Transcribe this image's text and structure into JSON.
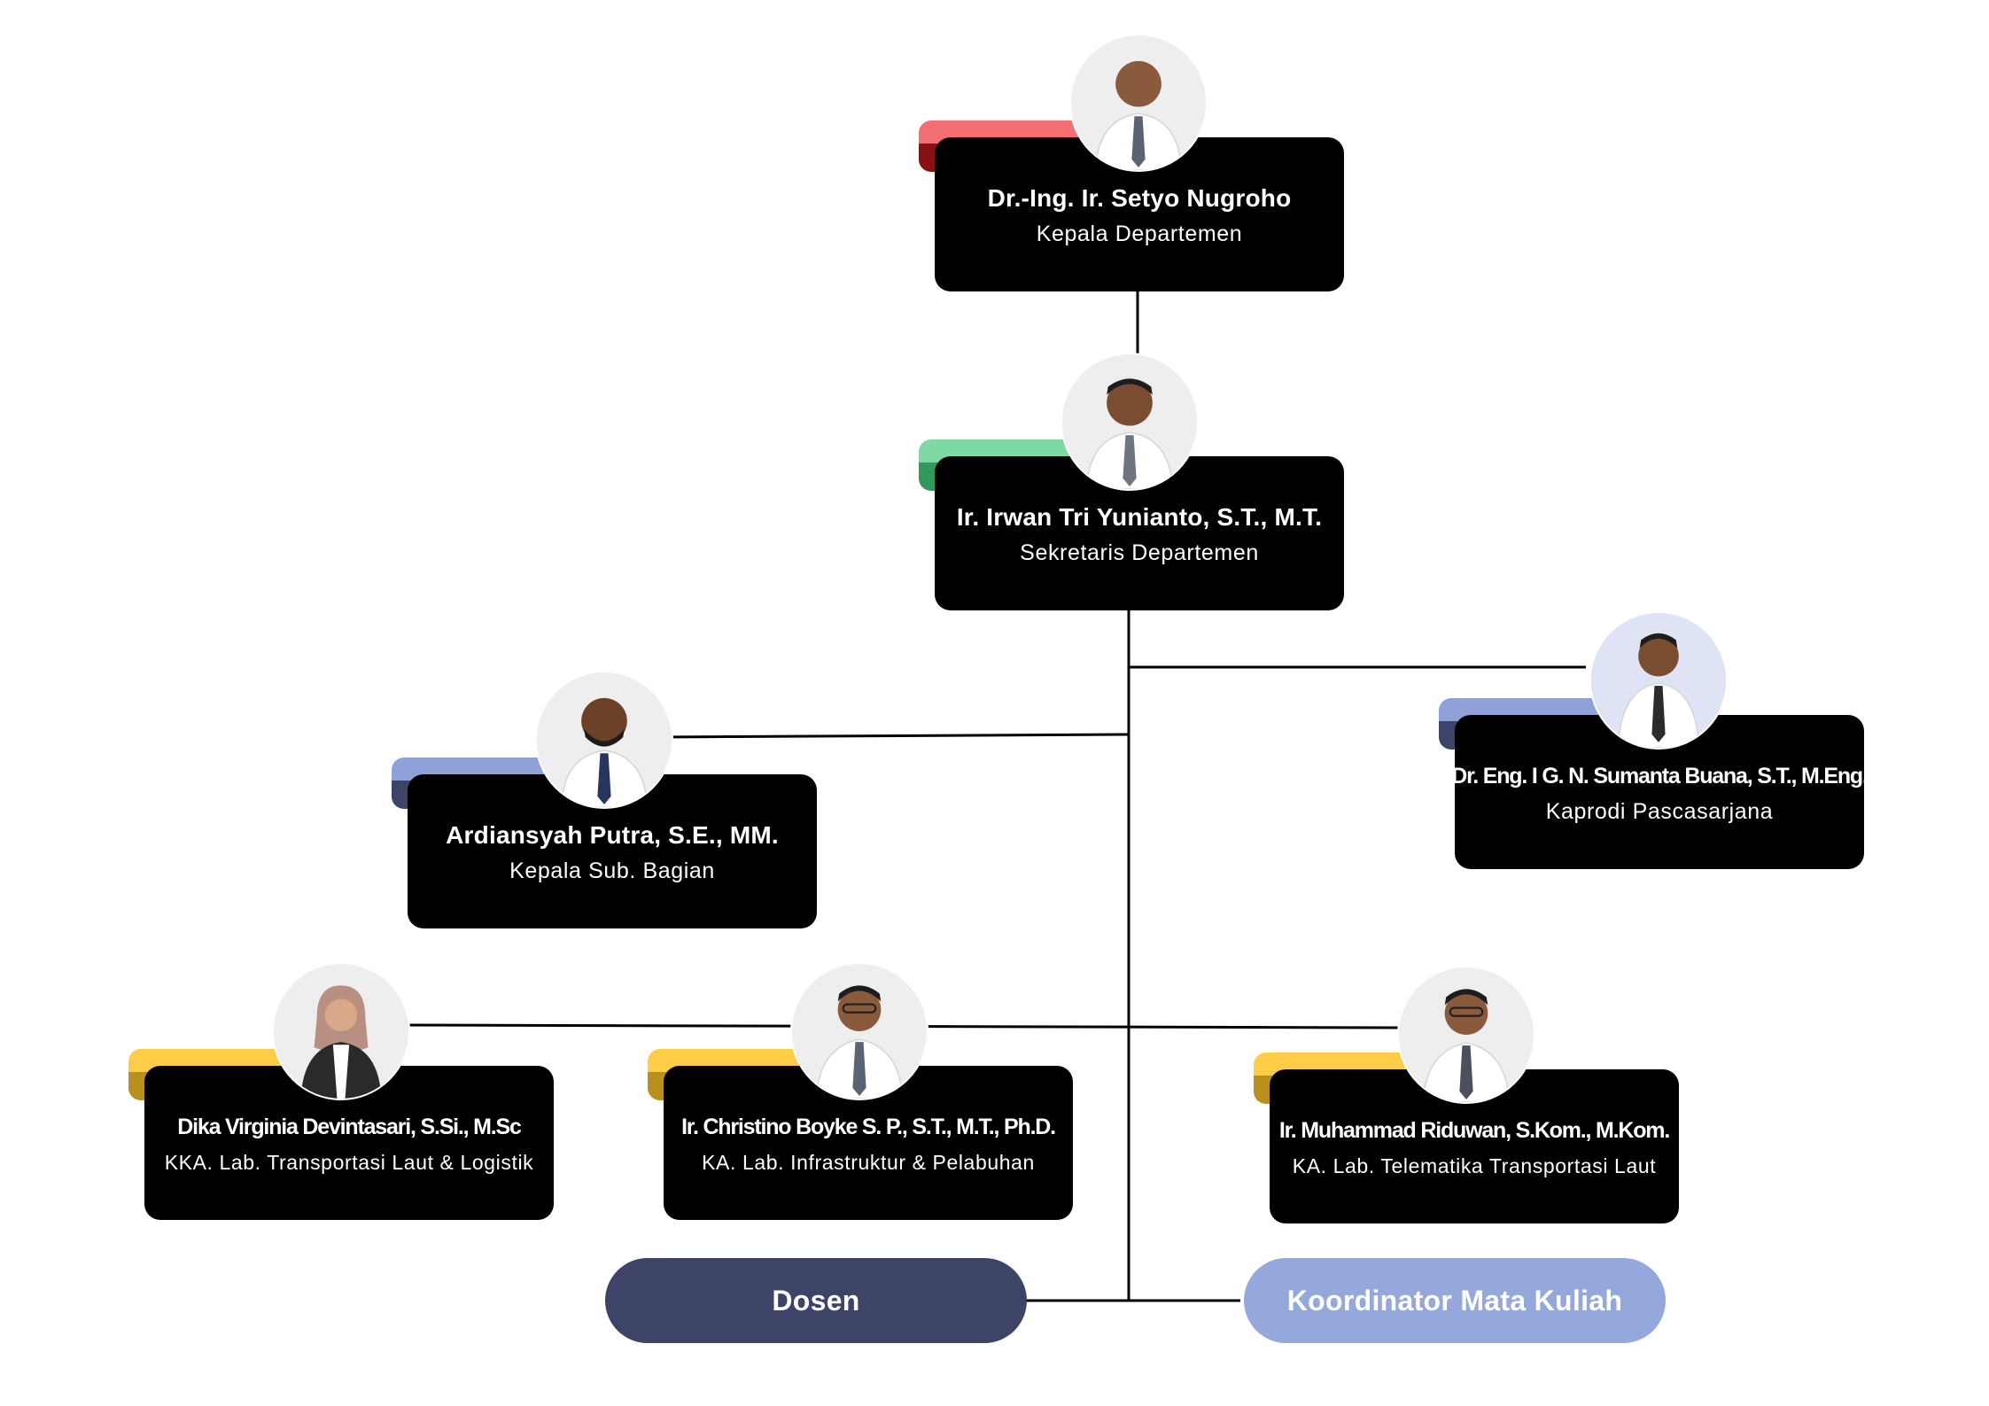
{
  "colors": {
    "card": "#000000",
    "line": "#000000",
    "head_tab": "#f36f72",
    "head_tab_shade": "#8a0f14",
    "secretary_tab": "#7fd9a5",
    "secretary_tab_shade": "#2f9a5c",
    "staff_tab": "#8ea2d9",
    "staff_tab_shade": "#3d4468",
    "lab_tab": "#ffcd45",
    "lab_tab_shade": "#b8901c",
    "dosen_pill": "#3d4468",
    "koordinator_pill": "#95a8dc"
  },
  "nodes": {
    "head": {
      "name": "Dr.-Ing. Ir. Setyo Nugroho",
      "role": "Kepala Departemen",
      "avatar_icon": "person-photo-icon"
    },
    "secretary": {
      "name": "Ir. Irwan Tri Yunianto, S.T., M.T.",
      "role": "Sekretaris Departemen",
      "avatar_icon": "person-photo-icon"
    },
    "subbagian": {
      "name": "Ardiansyah Putra, S.E., MM.",
      "role": "Kepala Sub. Bagian",
      "avatar_icon": "person-photo-icon"
    },
    "kaprodi": {
      "name": "Dr. Eng. I G. N. Sumanta Buana, S.T., M.Eng.",
      "role": "Kaprodi Pascasarjana",
      "avatar_icon": "person-photo-icon"
    },
    "lab_logistik": {
      "name": "Dika Virginia Devintasari, S.Si., M.Sc",
      "role": "KKA. Lab. Transportasi Laut & Logistik",
      "avatar_icon": "person-photo-icon"
    },
    "lab_infra": {
      "name": "Ir. Christino Boyke S. P., S.T., M.T., Ph.D.",
      "role": "KA. Lab. Infrastruktur & Pelabuhan",
      "avatar_icon": "person-photo-icon"
    },
    "lab_telematika": {
      "name": "Ir. Muhammad Riduwan, S.Kom., M.Kom.",
      "role": "KA. Lab. Telematika Transportasi Laut",
      "avatar_icon": "person-photo-icon"
    }
  },
  "pills": {
    "dosen": "Dosen",
    "koordinator": "Koordinator Mata Kuliah"
  }
}
